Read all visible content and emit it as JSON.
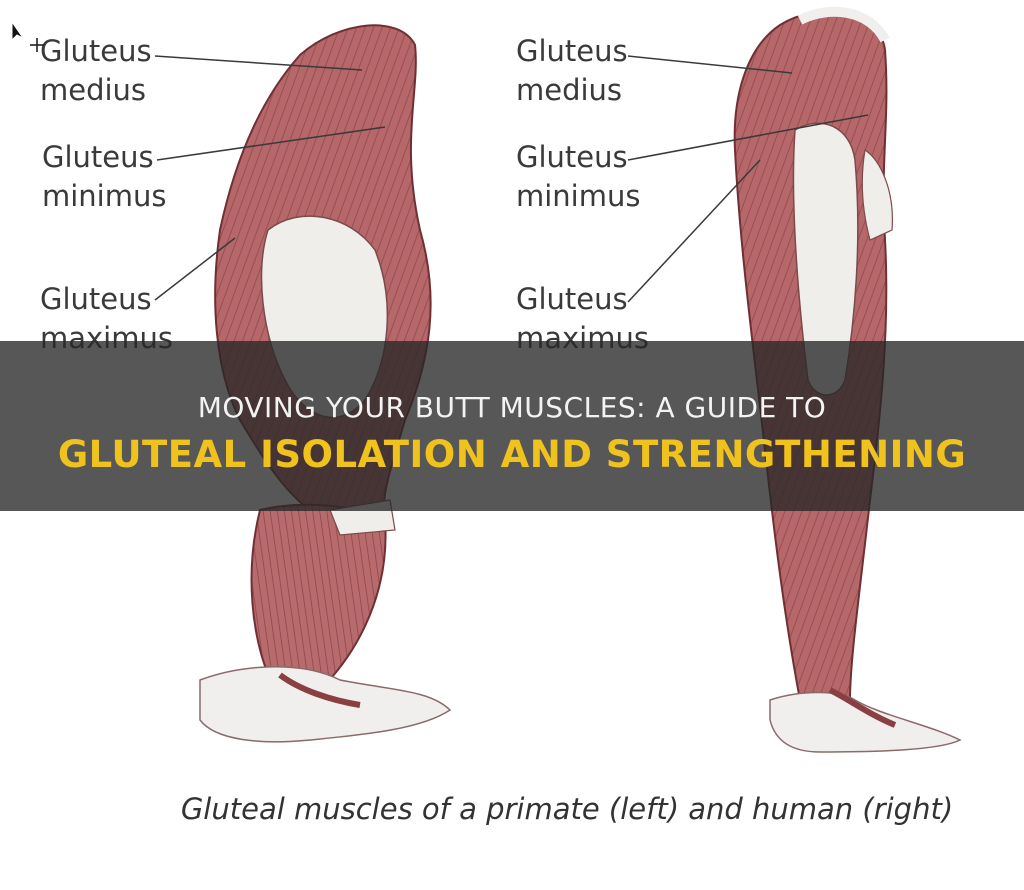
{
  "figure": {
    "labels_left": [
      {
        "line1": "Gluteus",
        "line2": "medius"
      },
      {
        "line1": "Gluteus",
        "line2": "minimus"
      },
      {
        "line1": "Gluteus",
        "line2": "maximus"
      }
    ],
    "labels_right": [
      {
        "line1": "Gluteus",
        "line2": "medius"
      },
      {
        "line1": "Gluteus",
        "line2": "minimus"
      },
      {
        "line1": "Gluteus",
        "line2": "maximus"
      }
    ],
    "caption": "Gluteal muscles of a primate (left) and human (right)"
  },
  "banner": {
    "line1": "MOVING YOUR BUTT MUSCLES: A GUIDE TO",
    "line2": "GLUTEAL ISOLATION AND STRENGTHENING"
  },
  "colors": {
    "muscle": "#b5676a",
    "muscle_dark": "#8a3f42",
    "tendon": "#ececea",
    "banner_text": "#f3f3f3",
    "banner_accent": "#f0c21e"
  }
}
